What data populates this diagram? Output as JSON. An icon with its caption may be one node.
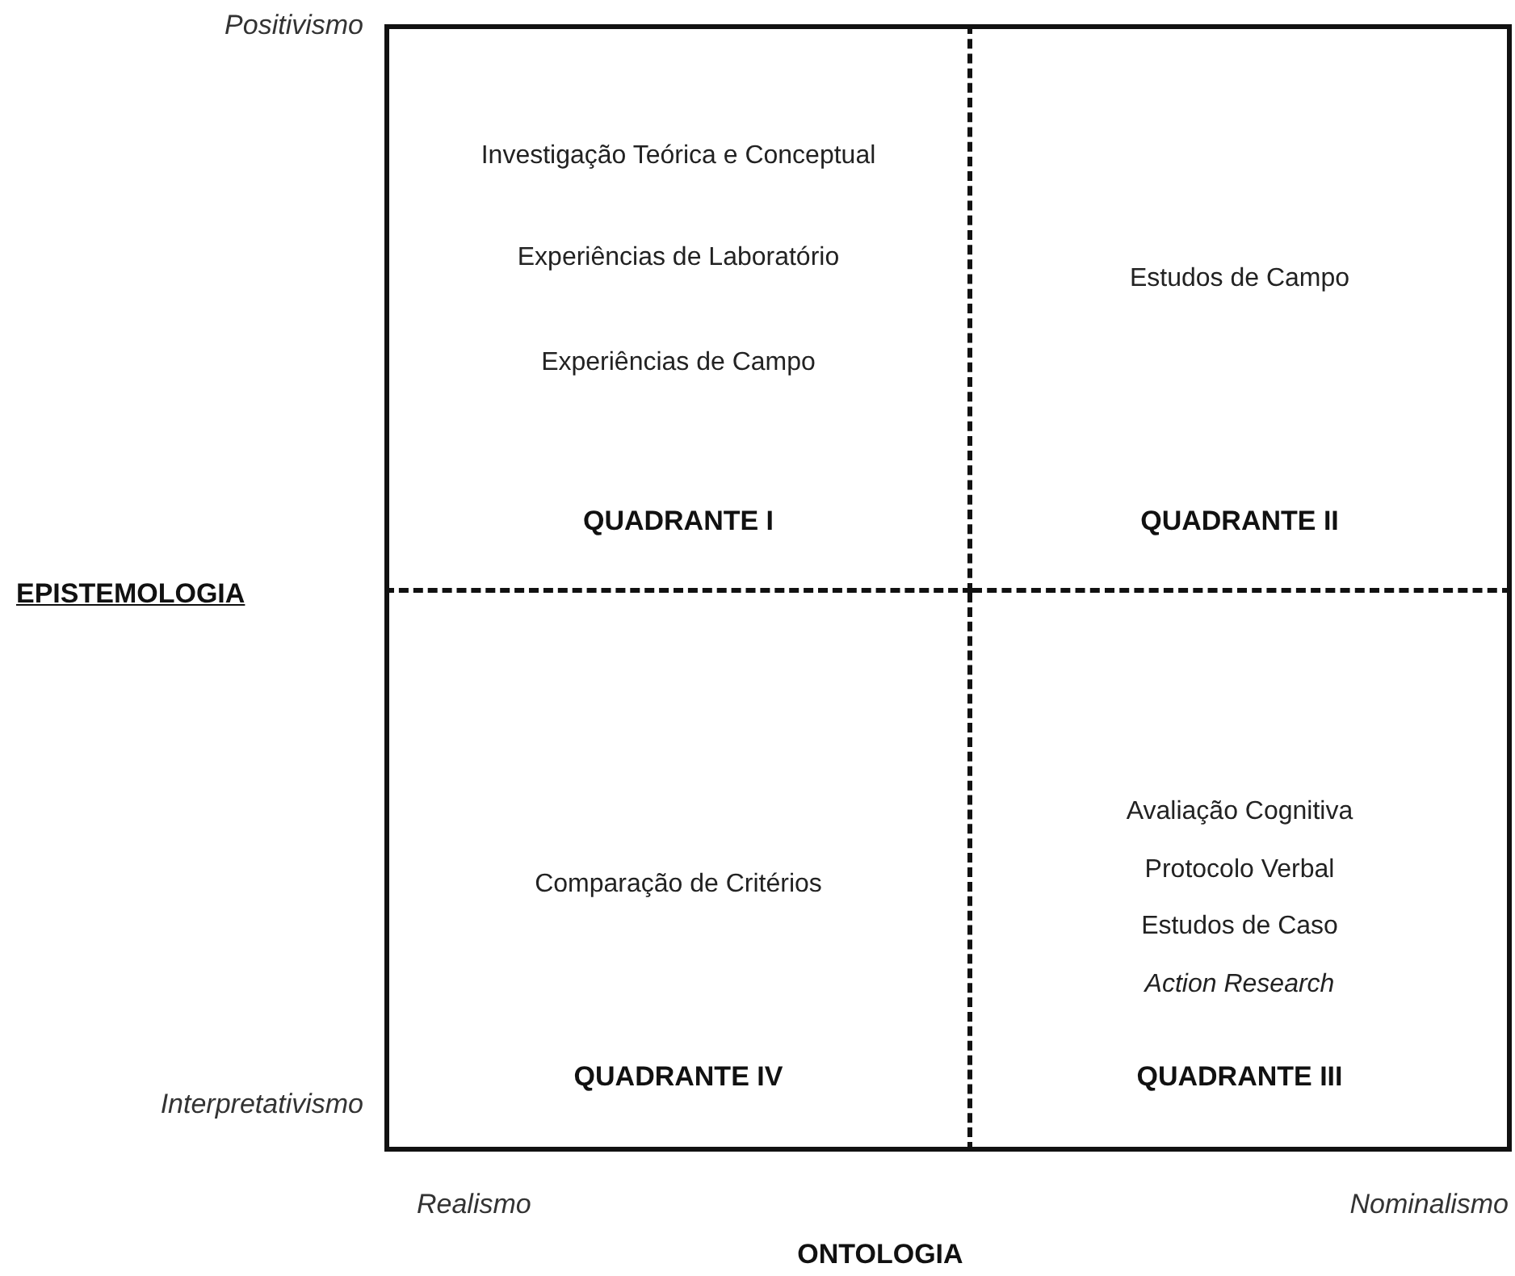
{
  "diagram": {
    "nodes": [
      {
        "text": [
          "Investigação Teórica e Conceptual",
          "Experiências de Laboratório",
          "Experiências de Campo",
          "QUADRANTE I"
        ]
      },
      {
        "text": [
          "Estudos de Campo",
          "QUADRANTE II"
        ]
      },
      {
        "text": [
          "Comparação de Critérios",
          "QUADRANTE IV"
        ]
      },
      {
        "text": [
          "Avaliação Cognitiva",
          "Protocolo Verbal",
          "Estudos de Caso",
          "*Action Research*",
          "QUADRANTE III"
        ]
      }
    ],
    "labels": [
      "Positivismo",
      "EPISTEMOLOGIA",
      "Interpretativismo",
      "Realismo",
      "Nominalismo",
      "ONTOLOGIA"
    ]
  }
}
